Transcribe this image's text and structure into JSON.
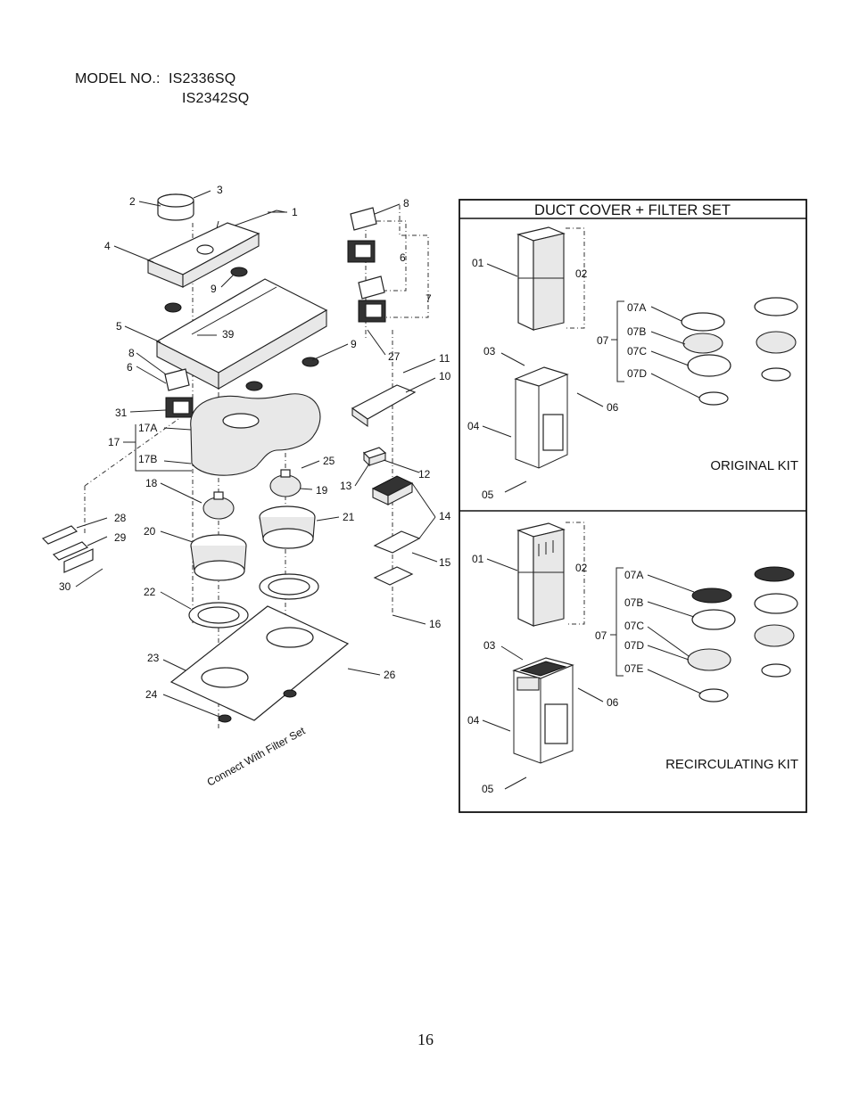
{
  "header": {
    "model_label": "MODEL NO.:",
    "model_primary": "IS2336SQ",
    "model_secondary": "IS2342SQ"
  },
  "exploded_view": {
    "part_numbers": [
      "1",
      "2",
      "3",
      "4",
      "5",
      "6",
      "7",
      "8",
      "9",
      "9",
      "39",
      "27",
      "11",
      "10",
      "8",
      "6",
      "31",
      "17A",
      "17",
      "17B",
      "25",
      "12",
      "13",
      "18",
      "19",
      "14",
      "28",
      "29",
      "20",
      "21",
      "15",
      "30",
      "22",
      "16",
      "23",
      "26",
      "24"
    ],
    "caption": "Connect With Filter Set"
  },
  "kit_panel": {
    "title": "DUCT COVER + FILTER SET",
    "original_kit": {
      "label": "ORIGINAL KIT",
      "callouts": [
        "01",
        "02",
        "03",
        "04",
        "05",
        "06",
        "07",
        "07A",
        "07B",
        "07C",
        "07D"
      ]
    },
    "recirculating_kit": {
      "label": "RECIRCULATING KIT",
      "callouts": [
        "01",
        "02",
        "03",
        "04",
        "05",
        "06",
        "07",
        "07A",
        "07B",
        "07C",
        "07D",
        "07E"
      ]
    }
  },
  "footer": {
    "page_number": "16"
  }
}
